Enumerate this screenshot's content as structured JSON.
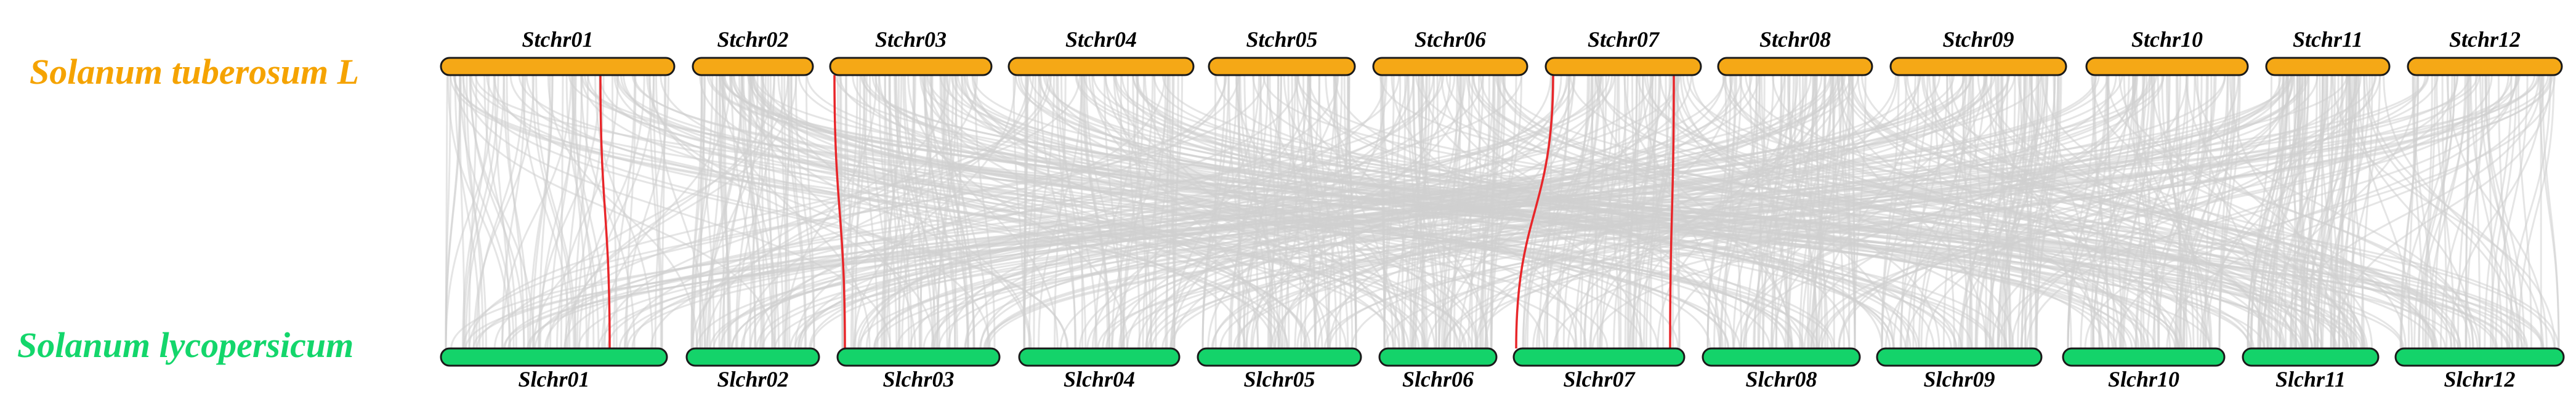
{
  "species": {
    "top": {
      "name": "Solanum tuberosum L",
      "color": "#f5a300"
    },
    "bottom": {
      "name": "Solanum lycopersicum",
      "color": "#13d66b"
    }
  },
  "colors": {
    "top_bar": "#f5a816",
    "bottom_bar": "#14d36a",
    "background_link": "#d0d0d0",
    "highlight_link": "#e8262a"
  },
  "top_chromosomes": [
    {
      "name": "Stchr01"
    },
    {
      "name": "Stchr02"
    },
    {
      "name": "Stchr03"
    },
    {
      "name": "Stchr04"
    },
    {
      "name": "Stchr05"
    },
    {
      "name": "Stchr06"
    },
    {
      "name": "Stchr07"
    },
    {
      "name": "Stchr08"
    },
    {
      "name": "Stchr09"
    },
    {
      "name": "Stchr10"
    },
    {
      "name": "Stchr11"
    },
    {
      "name": "Stchr12"
    }
  ],
  "bottom_chromosomes": [
    {
      "name": "Slchr01"
    },
    {
      "name": "Slchr02"
    },
    {
      "name": "Slchr03"
    },
    {
      "name": "Slchr04"
    },
    {
      "name": "Slchr05"
    },
    {
      "name": "Slchr06"
    },
    {
      "name": "Slchr07"
    },
    {
      "name": "Slchr08"
    },
    {
      "name": "Slchr09"
    },
    {
      "name": "Slchr10"
    },
    {
      "name": "Slchr11"
    },
    {
      "name": "Slchr12"
    }
  ],
  "highlighted_links": [
    {
      "from": "Stchr01",
      "to": "Slchr01"
    },
    {
      "from": "Stchr03",
      "to": "Slchr03"
    },
    {
      "from": "Stchr07",
      "to": "Slchr07"
    },
    {
      "from": "Stchr07",
      "to": "Slchr07"
    }
  ]
}
